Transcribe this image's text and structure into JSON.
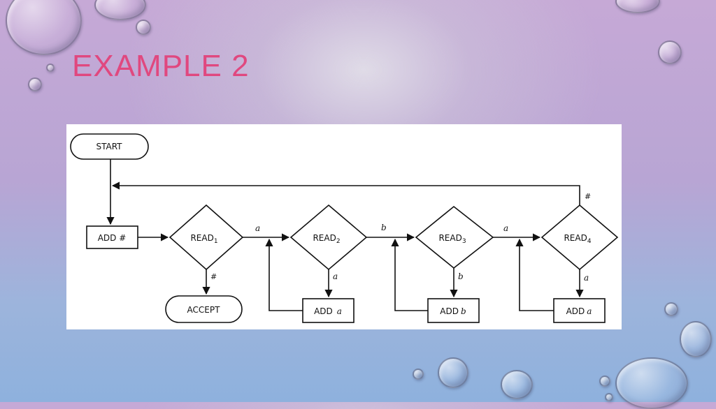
{
  "slide": {
    "title": "EXAMPLE 2"
  },
  "flowchart": {
    "start": "START",
    "add_hash": "ADD #",
    "read1": "READ",
    "read1_sub": "1",
    "read2": "READ",
    "read2_sub": "2",
    "read3": "READ",
    "read3_sub": "3",
    "read4": "READ",
    "read4_sub": "4",
    "accept": "ACCEPT",
    "add_a1": "ADD",
    "add_a1_var": "a",
    "add_b": "ADD",
    "add_b_var": "b",
    "add_a2": "ADD",
    "add_a2_var": "a",
    "edge_r1_r2": "a",
    "edge_r2_r3": "b",
    "edge_r3_r4": "a",
    "edge_r1_accept": "#",
    "edge_r2_add": "a",
    "edge_r3_add": "b",
    "edge_r4_add": "a",
    "edge_r4_loop": "#"
  }
}
